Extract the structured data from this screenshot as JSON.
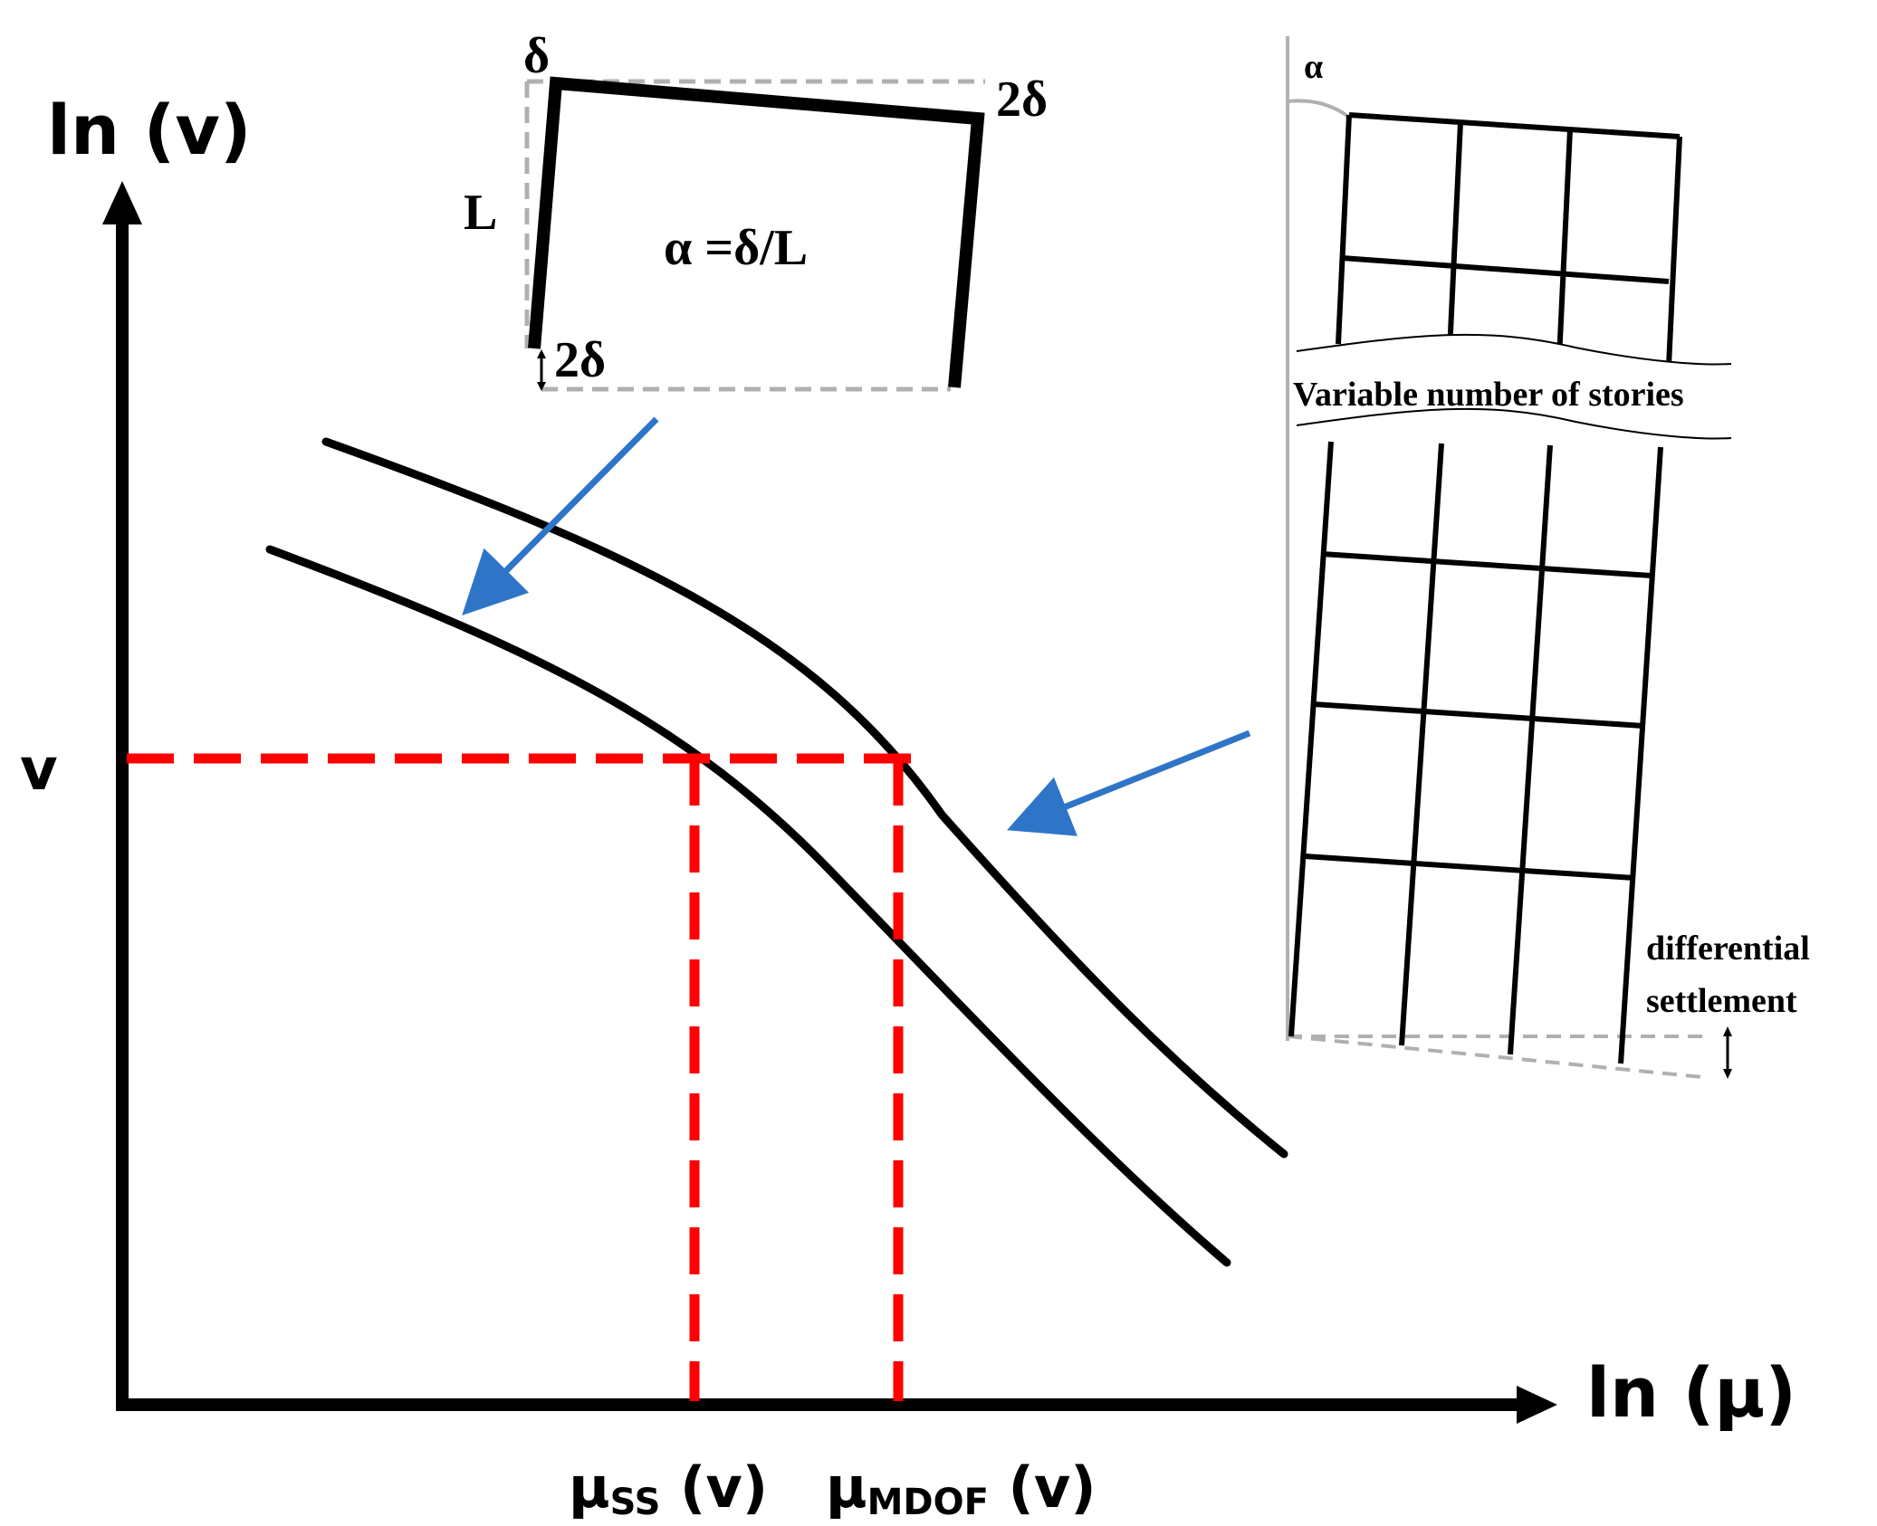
{
  "axes": {
    "y_label": "ln (v)",
    "x_label": "ln (μ)",
    "v_label": "v",
    "mu_ss": {
      "mu": "μ",
      "sub": "SS",
      "suffix": " (v)"
    },
    "mu_mdof": {
      "mu": "μ",
      "sub": "MDOF",
      "suffix": " (v)"
    }
  },
  "frame_inset": {
    "delta_label": "δ",
    "two_delta_top": "2δ",
    "length_label": "L",
    "formula": "α =δ/L",
    "two_delta_bottom": "2δ"
  },
  "building": {
    "alpha_label": "α",
    "stories_label": "Variable number of stories",
    "settlement_line1": "differential",
    "settlement_line2": "settlement"
  },
  "colors": {
    "curve": "#000000",
    "reference_lines": "#ff0000",
    "arrows": "#2e75c8",
    "ghost": "#b0b0b0"
  }
}
